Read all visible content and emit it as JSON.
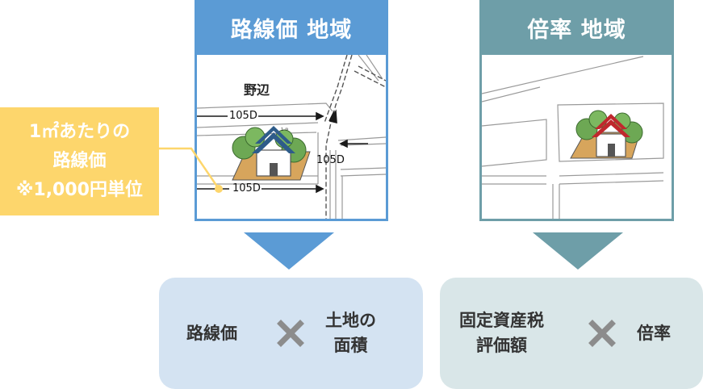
{
  "left_column": {
    "header": "路線価 地域",
    "map": {
      "area_label": "野辺",
      "road_label_top": "105D",
      "road_label_bottom": "105D",
      "road_label_vertical": "105D",
      "tiny_label": "1-⑩"
    },
    "formula": {
      "term1": "路線価",
      "operator_icon": "times-icon",
      "term2": "土地の\n面積"
    }
  },
  "right_column": {
    "header": "倍率 地域",
    "formula": {
      "term1": "固定資産税\n評価額",
      "operator_icon": "times-icon",
      "term2": "倍率"
    }
  },
  "note": {
    "text": "1㎡あたりの\n路線価\n※1,000円単位"
  },
  "colors": {
    "left_accent": "#5b9bd5",
    "right_accent": "#6e9ea8",
    "left_panel": "#d4e3f2",
    "right_panel": "#d9e6e8",
    "note": "#fdd66c",
    "house_roof_left": "#2e5c8a",
    "house_roof_right": "#c0282d"
  }
}
